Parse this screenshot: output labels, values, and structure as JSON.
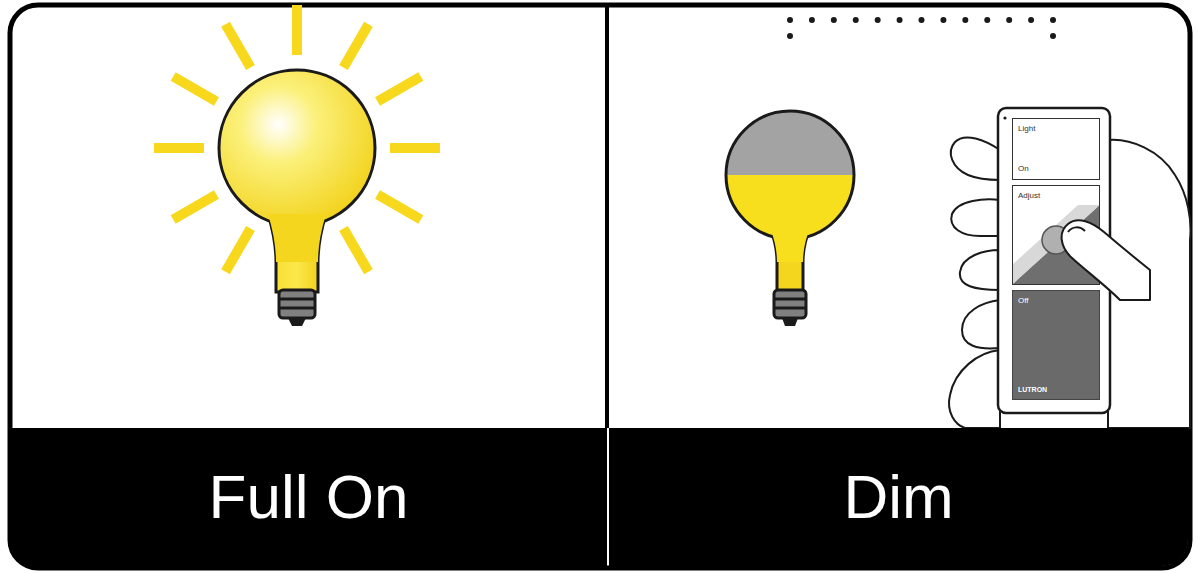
{
  "diagram": {
    "nodes": [
      {
        "text": [
          "Full On"
        ]
      },
      {
        "text": [
          "Light",
          "On"
        ]
      },
      {
        "text": [
          "Adjust"
        ]
      },
      {
        "text": [
          "Off",
          "LUTRON"
        ]
      },
      {
        "text": [
          "Dim"
        ]
      }
    ]
  }
}
